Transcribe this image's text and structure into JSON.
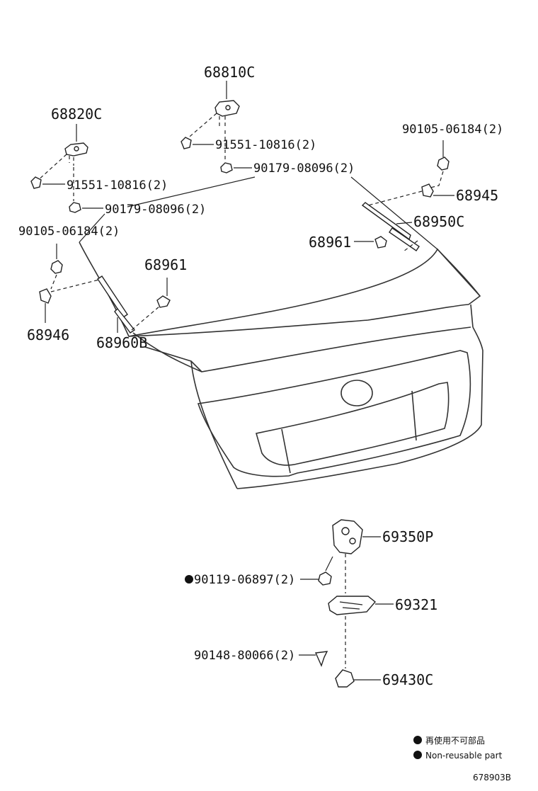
{
  "parts": {
    "p68810C": "68810C",
    "p68820C": "68820C",
    "p91551_a": "91551-10816(2)",
    "p91551_b": "91551-10816(2)",
    "p90179_a": "90179-08096(2)",
    "p90179_b": "90179-08096(2)",
    "p90105_a": "90105-06184(2)",
    "p90105_b": "90105-06184(2)",
    "p68945": "68945",
    "p68950C": "68950C",
    "p68961_a": "68961",
    "p68961_b": "68961",
    "p68946": "68946",
    "p68960B": "68960B",
    "p69350P": "69350P",
    "p90119": "90119-06897(2)",
    "p69321": "69321",
    "p90148": "90148-80066(2)",
    "p69430C": "69430C"
  },
  "legend": {
    "jp": "再使用不可部品",
    "en": "Non-reusable part"
  },
  "diagram_ref": "678903B"
}
